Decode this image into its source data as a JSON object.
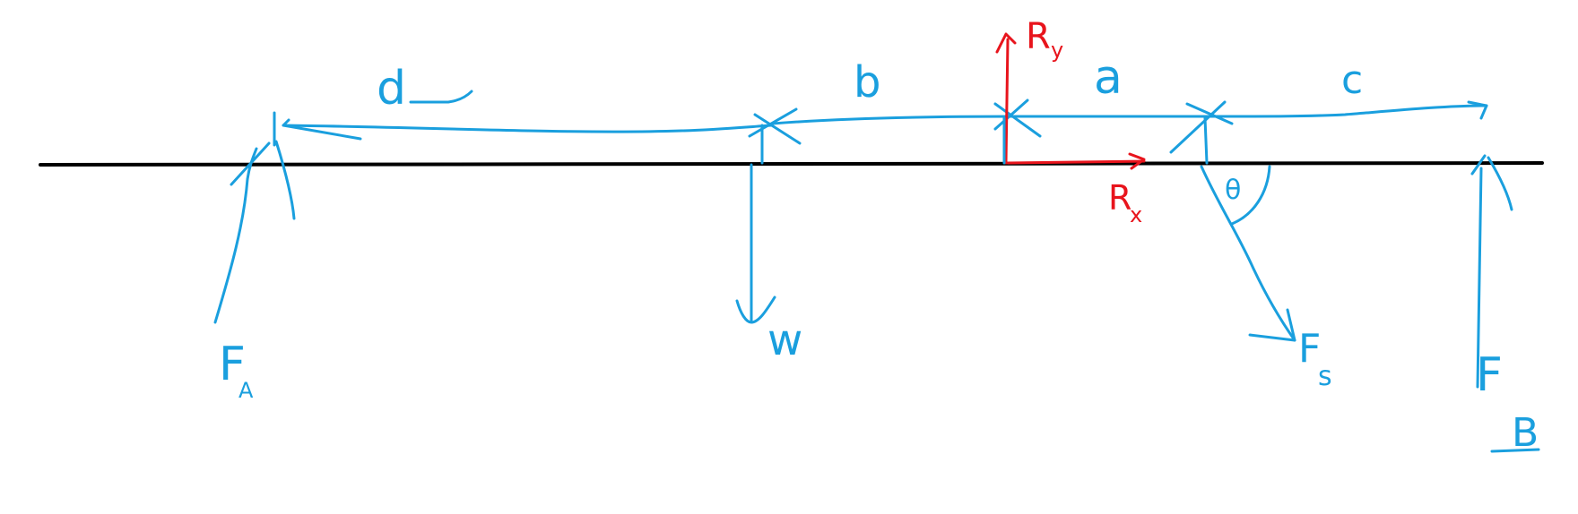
{
  "diagram": {
    "colors": {
      "beam": "#000000",
      "forces": "#1a9fde",
      "reactions": "#e8141c",
      "background": "#ffffff"
    },
    "dimensions": {
      "d": "d",
      "b": "b",
      "a": "a",
      "c": "c"
    },
    "forces": {
      "fa": "F",
      "fa_sub": "A",
      "w": "w",
      "fs": "F",
      "fs_sub": "s",
      "fb": "F",
      "fb_sub": "B"
    },
    "reactions": {
      "ry": "R",
      "ry_sub": "y",
      "rx": "R",
      "rx_sub": "x"
    },
    "angle": "θ"
  }
}
